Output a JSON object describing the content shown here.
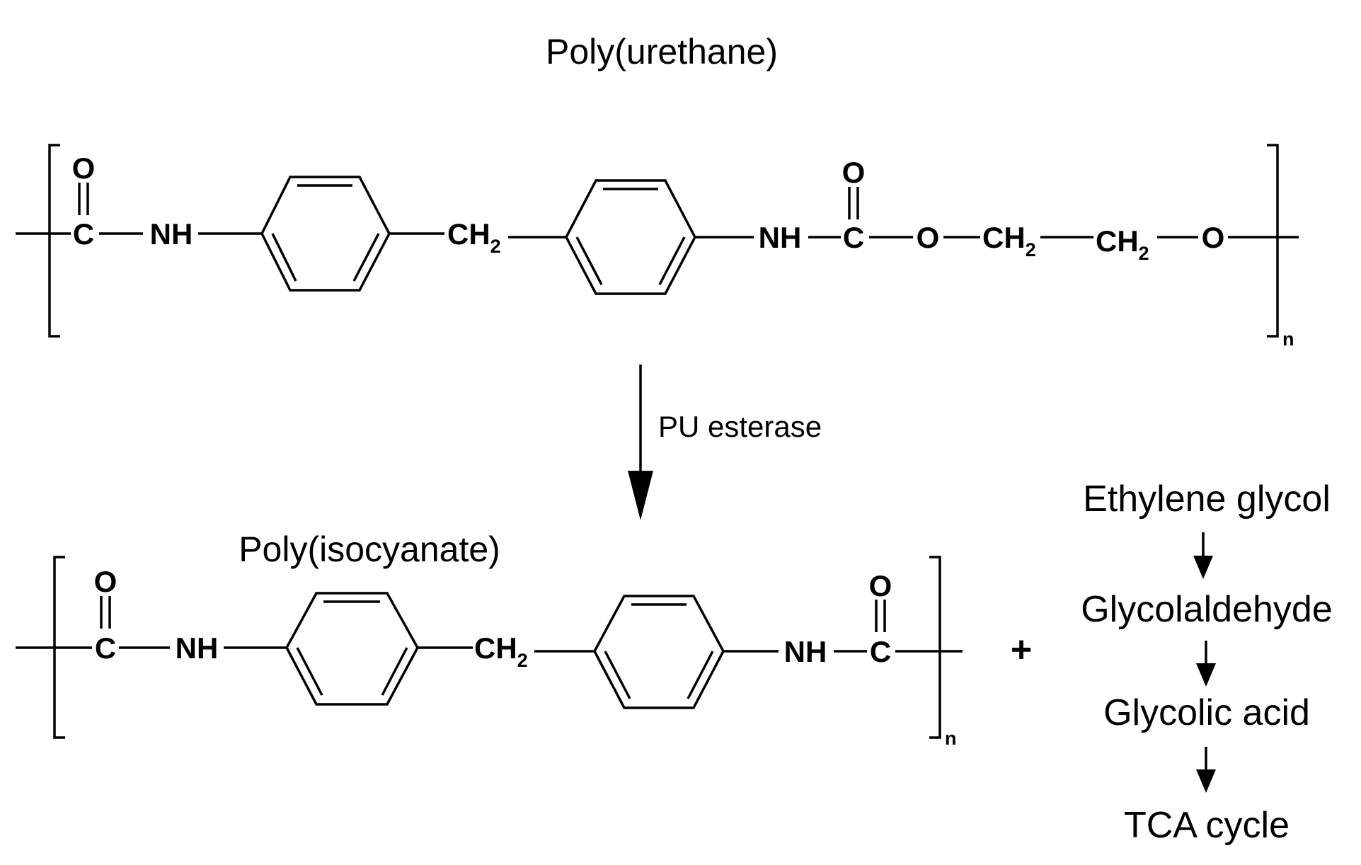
{
  "diagram": {
    "top_title": "Poly(urethane)",
    "bottom_title": "Poly(isocyanate)",
    "enzyme": "PU esterase",
    "plus": "+",
    "repeat_index": "n",
    "top_chain": {
      "o1": "O",
      "c1": "C",
      "nh1": "NH",
      "ch2_mid": "CH",
      "ch2_mid_sub": "2",
      "nh2": "NH",
      "o2": "O",
      "c2": "C",
      "o_ester1": "O",
      "ch2_a": "CH",
      "ch2_a_sub": "2",
      "ch2_b": "CH",
      "ch2_b_sub": "2",
      "o_ester2": "O"
    },
    "bottom_chain": {
      "o1": "O",
      "c1": "C",
      "nh1": "NH",
      "ch2_mid": "CH",
      "ch2_mid_sub": "2",
      "nh2": "NH",
      "o2": "O",
      "c2": "C"
    },
    "pathway": [
      "Ethylene glycol",
      "Glycolaldehyde",
      "Glycolic acid",
      "TCA cycle"
    ]
  }
}
